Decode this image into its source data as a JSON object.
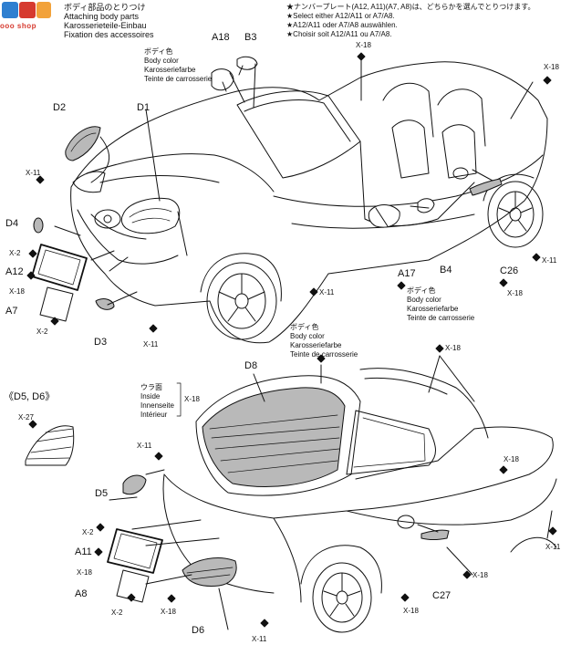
{
  "header": {
    "title_jp": "ボディ部品のとりつけ",
    "title_en": "Attaching body parts",
    "title_de": "Karosserieteile-Einbau",
    "title_fr": "Fixation des accessoires"
  },
  "watermark": {
    "text": "ooo shop"
  },
  "note": {
    "jp": "★ナンバープレート(A12, A11)(A7, A8)は、どちらかを選んでとりつけます。",
    "en": "★Select either A12/A11 or A7/A8.",
    "de": "★A12/A11 oder A7/A8 auswählen.",
    "fr": "★Choisir soit A12/A11 ou A7/A8."
  },
  "body_color": {
    "jp": "ボディ色",
    "en": "Body color",
    "de": "Karosseriefarbe",
    "fr": "Teinte de carrosserie"
  },
  "inside": {
    "jp": "ウラ面",
    "en": "Inside",
    "de": "Innenseite",
    "fr": "Intérieur"
  },
  "parts": {
    "a18": "A18",
    "b3": "B3",
    "d1": "D1",
    "d2": "D2",
    "d4": "D4",
    "a12": "A12",
    "a7": "A7",
    "d3": "D3",
    "a17": "A17",
    "b4": "B4",
    "c26": "C26",
    "d8": "D8",
    "d5_d6": "《D5, D6》",
    "d5": "D5",
    "a11": "A11",
    "a8": "A8",
    "d6": "D6",
    "c27": "C27"
  },
  "qty": {
    "x2": "X-2",
    "x11": "X-11",
    "x18": "X-18",
    "x27": "X-27"
  },
  "colors": {
    "line": "#111111",
    "gray_part": "#b9b9b9"
  }
}
